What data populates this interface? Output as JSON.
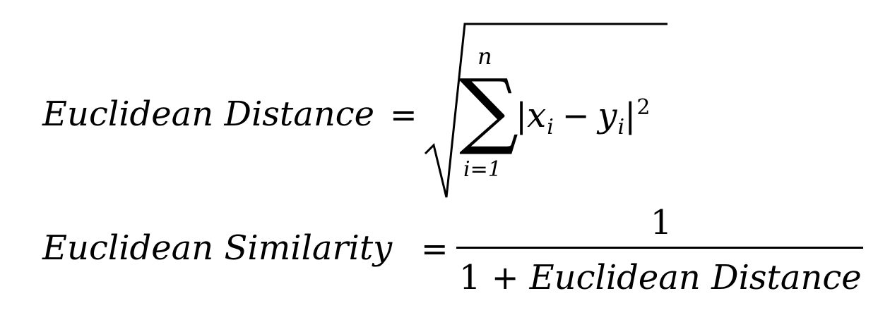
{
  "formula_distance": {
    "lhs": "Euclidean Distance",
    "equals": "=",
    "sum_upper": "n",
    "sigma": "∑",
    "sum_lower": "i=1",
    "abs_open": "|",
    "x": "x",
    "x_sub": "i",
    "minus": "−",
    "y": "y",
    "y_sub": "i",
    "abs_close": "|",
    "power": "2"
  },
  "formula_similarity": {
    "lhs": "Euclidean Similarity",
    "equals": "=",
    "numerator": "1",
    "denominator_one": "1",
    "denominator_plus": "+",
    "denominator_text": "Euclidean Distance"
  }
}
